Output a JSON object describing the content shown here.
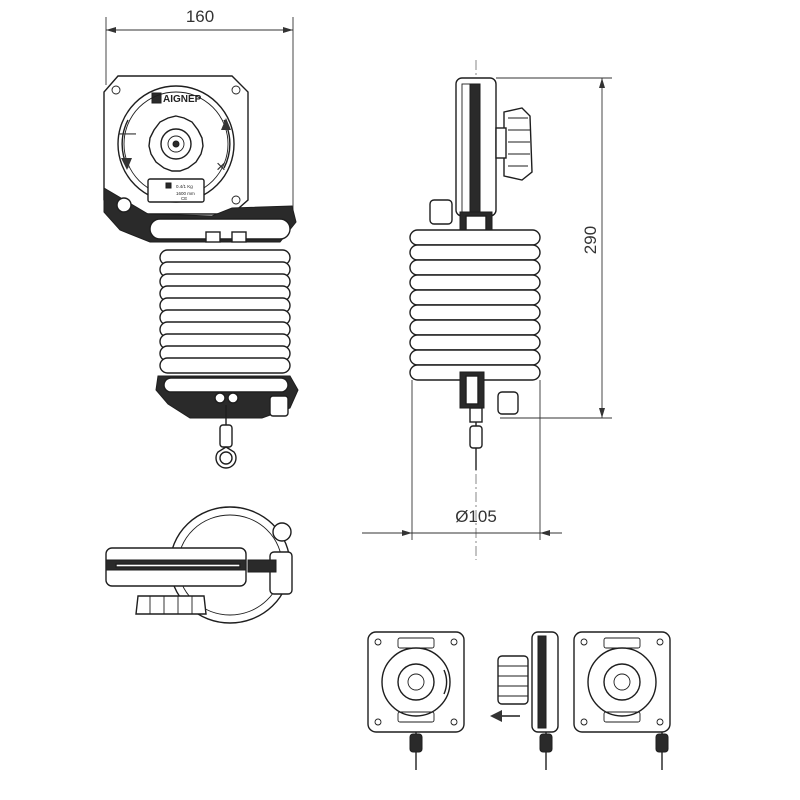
{
  "drawing": {
    "brand": "AIGNEP",
    "dimensions": {
      "width": "160",
      "height": "290",
      "diameter": "Ø105"
    },
    "label_plate": {
      "load": "0.4/1 Kg",
      "stroke": "1600 mm",
      "extra": "CE"
    },
    "views": [
      "front-view",
      "side-view",
      "top-view",
      "adjustment-detail"
    ],
    "colors": {
      "line": "#1e1e1e",
      "background": "#ffffff"
    }
  }
}
